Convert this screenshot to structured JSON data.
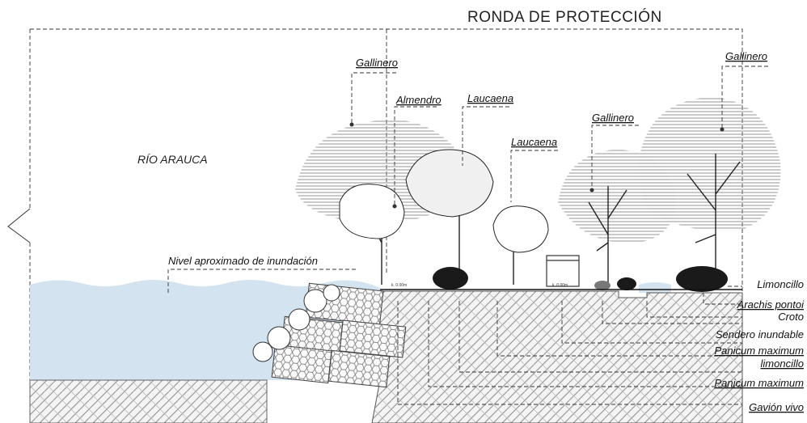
{
  "title": "RONDA DE PROTECCIÓN",
  "river_label": "RÍO ARAUCA",
  "flood_level_label": "Nivel  aproximado de inundación",
  "trees": {
    "gallinero_left": "Gallinero",
    "almendro": "Almendro",
    "laucaena_1": "Laucaena",
    "laucaena_2": "Laucaena",
    "gallinero_mid": "Gallinero",
    "gallinero_right": "Gallinero"
  },
  "legend": [
    "Limoncillo",
    "Arachis pontoi",
    "Croto",
    "Sendero inundable",
    "Panicum maximum",
    "limoncillo",
    "Panicum maximum",
    "Gavión vivo"
  ],
  "dimension_notes": [
    "k. 0.00m",
    "k. 0.00m"
  ],
  "colors": {
    "water": "#d4e3f0",
    "soil_stroke": "#9a9a9a",
    "canopy": "#bdbdbd",
    "shrub": "#1a1a1a"
  }
}
